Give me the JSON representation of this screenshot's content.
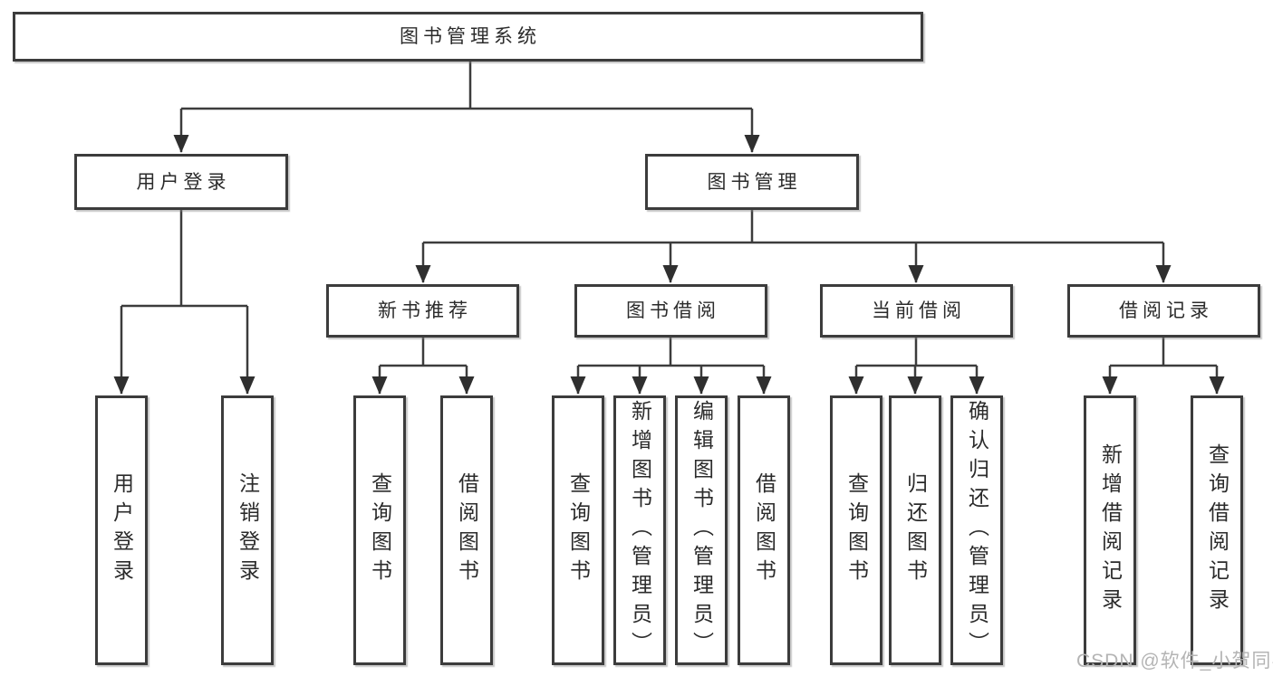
{
  "diagram": {
    "root": {
      "label": "图书管理系统"
    },
    "level2": [
      {
        "label": "用户登录"
      },
      {
        "label": "图书管理"
      }
    ],
    "level3": [
      {
        "label": "新书推荐"
      },
      {
        "label": "图书借阅"
      },
      {
        "label": "当前借阅"
      },
      {
        "label": "借阅记录"
      }
    ],
    "leaves": {
      "user_login": [
        {
          "label": "用户登录"
        },
        {
          "label": "注销登录"
        }
      ],
      "new_book": [
        {
          "label": "查询图书"
        },
        {
          "label": "借阅图书"
        }
      ],
      "book_borrow": [
        {
          "label": "查询图书"
        },
        {
          "label": "新增图书（管理员）"
        },
        {
          "label": "编辑图书（管理员）"
        },
        {
          "label": "借阅图书"
        }
      ],
      "current_borrow": [
        {
          "label": "查询图书"
        },
        {
          "label": "归还图书"
        },
        {
          "label": "确认归还（管理员）"
        }
      ],
      "borrow_record": [
        {
          "label": "新增借阅记录"
        },
        {
          "label": "查询借阅记录"
        }
      ]
    }
  },
  "watermark": {
    "text": "CSDN @软件_小贺同学"
  },
  "colors": {
    "line": "#3c3c3c",
    "box_border": "#3c3c3c",
    "text": "#2b2b2b",
    "background": "#ffffff",
    "watermark": "#b4b4b4"
  }
}
